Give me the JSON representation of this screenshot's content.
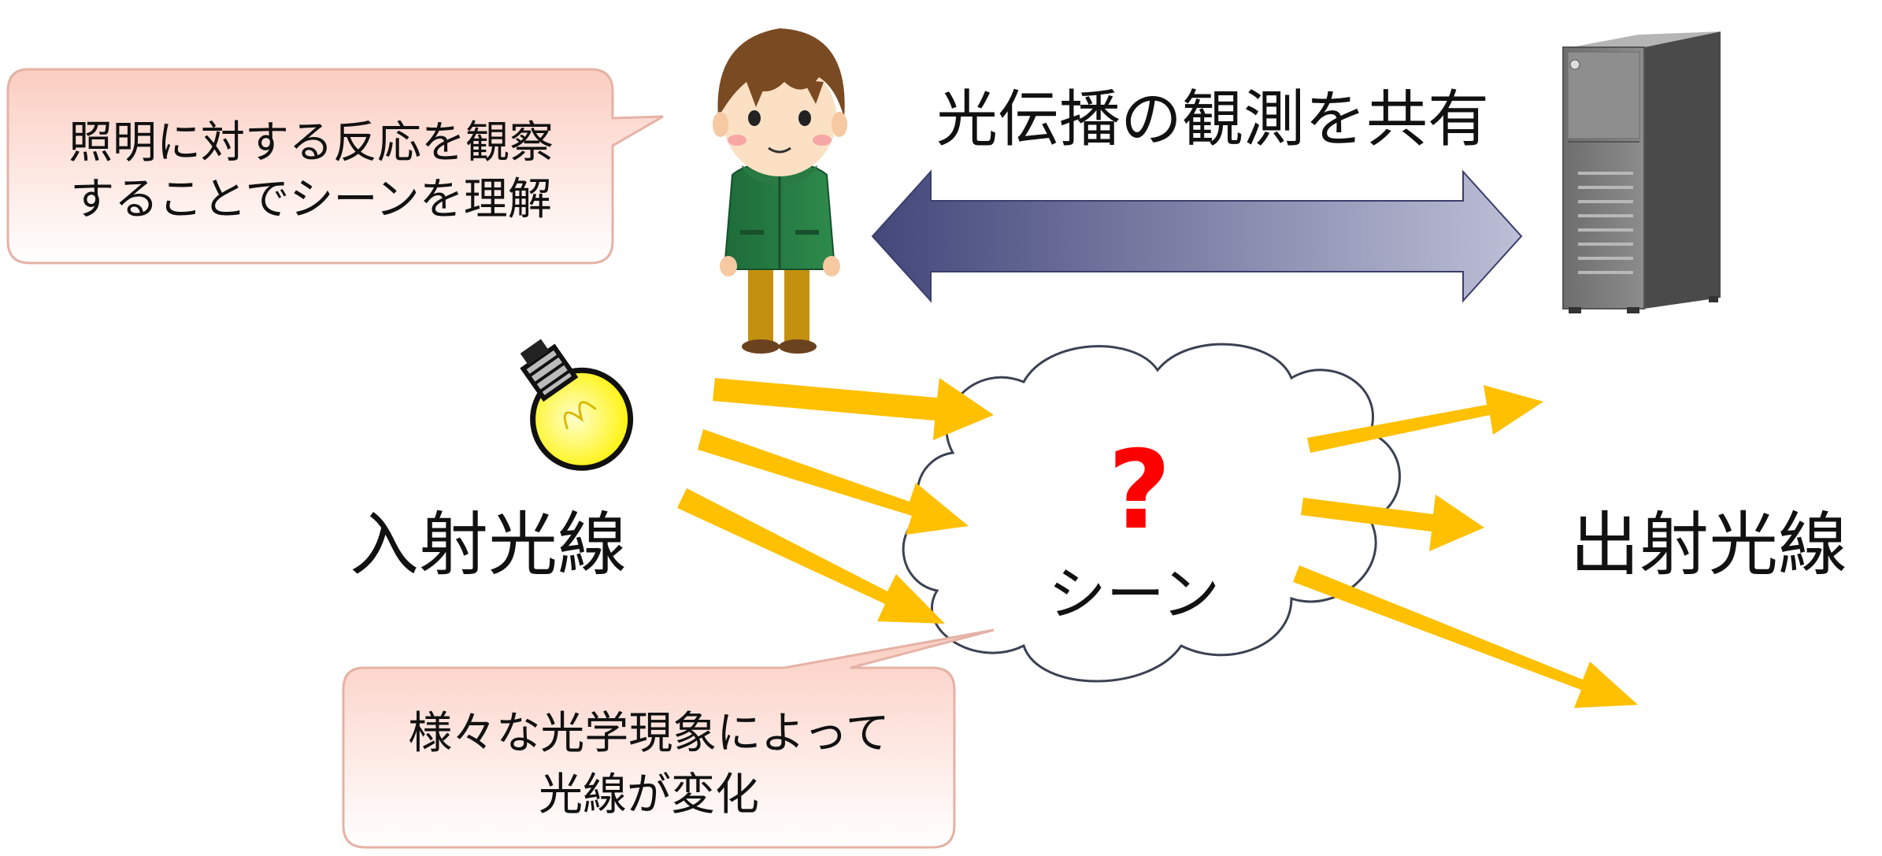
{
  "bubbles": {
    "person_speech": [
      "照明に対する反応を観察",
      "することでシーンを理解"
    ],
    "scene_speech": [
      "様々な光学現象によって",
      "光線が変化"
    ]
  },
  "labels": {
    "shared_observation": "光伝播の観測を共有",
    "incident_rays": "入射光線",
    "outgoing_rays": "出射光線",
    "scene": "シーン",
    "question_mark": "?"
  },
  "icons": {
    "person": "person-icon",
    "server": "server-tower-icon",
    "bulb": "light-bulb-icon",
    "cloud": "scene-cloud"
  },
  "colors": {
    "ray": "#FFC000",
    "question": "#FF0000",
    "bubble_fill_top": "#F9C9BD",
    "bubble_fill_bottom": "#FFFFFF",
    "bubble_stroke": "#E8B4A8",
    "arrow_dark": "#4A4E7E",
    "arrow_light": "#B8BBD3"
  }
}
